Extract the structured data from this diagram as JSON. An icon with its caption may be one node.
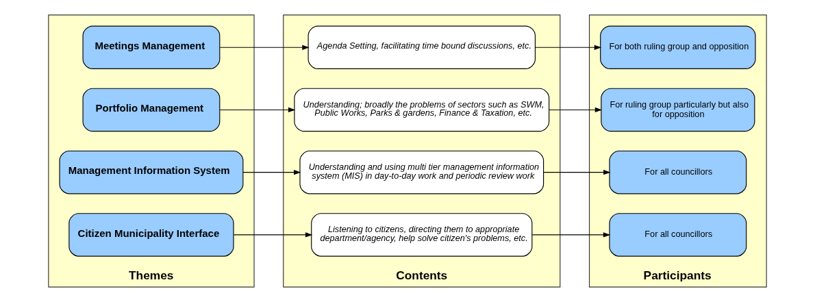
{
  "diagram": {
    "nodes": [
      {
        "text": [
          "Themes"
        ]
      },
      {
        "text": [
          "Meetings Management"
        ],
        "in": 0
      },
      {
        "text": [
          "Portfolio Management"
        ],
        "in": 0
      },
      {
        "text": [
          "Management Information System"
        ],
        "in": 0
      },
      {
        "text": [
          "Citizen Municipality Interface"
        ],
        "in": 0
      },
      {
        "text": [
          "Contents"
        ]
      },
      {
        "text": [
          "Agenda Setting, facilitating time bound discussions, etc."
        ],
        "in": 5
      },
      {
        "text": [
          "Understanding; broadly the problems of sectors such as SWM, Public Works, Parks & gardens, Finance & Taxation, etc."
        ],
        "in": 5
      },
      {
        "text": [
          "Understanding and using multi tier management information system (MIS) in day-to-day work and periodic review work"
        ],
        "in": 5
      },
      {
        "text": [
          "Listening to citizens, directing them to appropriate department/agency, help solve citizen's problems, etc."
        ],
        "in": 5
      },
      {
        "text": [
          "Participants"
        ]
      },
      {
        "text": [
          "For both ruling group and opposition"
        ],
        "in": 10
      },
      {
        "text": [
          "For ruling group particularly but also for opposition"
        ],
        "in": 10
      },
      {
        "text": [
          "For all councillors"
        ],
        "in": 10
      },
      {
        "text": [
          "For all councillors"
        ],
        "in": 10
      }
    ],
    "edges": [
      {
        "from": 1,
        "to": 6,
        "arrow": "to"
      },
      {
        "from": 6,
        "to": 11,
        "arrow": "to"
      },
      {
        "from": 2,
        "to": 7,
        "arrow": "to"
      },
      {
        "from": 7,
        "to": 12,
        "arrow": "to"
      },
      {
        "from": 3,
        "to": 8,
        "arrow": "to"
      },
      {
        "from": 8,
        "to": 13,
        "arrow": "to"
      },
      {
        "from": 4,
        "to": 9,
        "arrow": "to"
      },
      {
        "from": 9,
        "to": 14,
        "arrow": "to"
      }
    ]
  }
}
